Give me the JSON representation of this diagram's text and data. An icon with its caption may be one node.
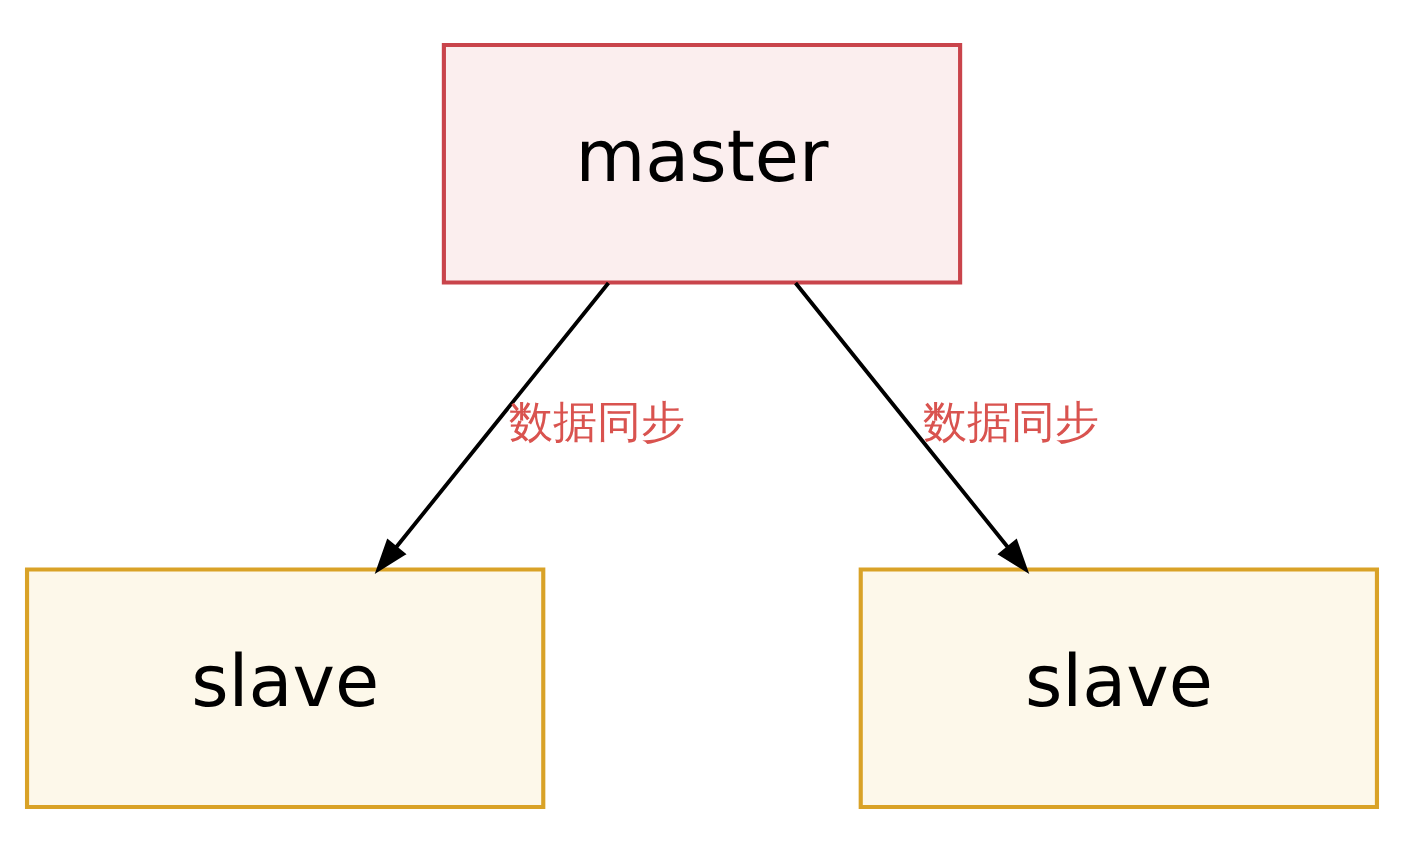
{
  "diagram": {
    "nodes": [
      {
        "text": [
          "master"
        ]
      },
      {
        "text": [
          "slave"
        ]
      },
      {
        "text": [
          "slave"
        ]
      }
    ],
    "edges": [
      {
        "from": 0,
        "to": 1,
        "arrow": "to",
        "label": "数据同步"
      },
      {
        "from": 0,
        "to": 2,
        "arrow": "to",
        "label": "数据同步"
      }
    ]
  }
}
